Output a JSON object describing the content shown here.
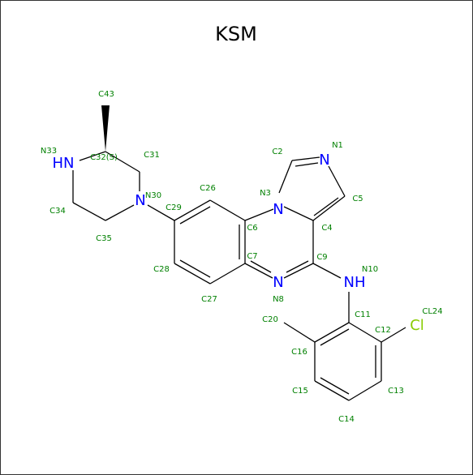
{
  "title": "KSM",
  "colors": {
    "bond": "#000000",
    "nitrogen": "#0000ff",
    "chlorine": "#88cc00",
    "annotation": "#008000",
    "title": "#000000"
  },
  "atom_labels": {
    "N1": "N",
    "N3": "N",
    "N8": "N",
    "NH_N10": "NH",
    "N30": "N",
    "HN_N33": "HN",
    "Cl": "Cl"
  },
  "annotations": {
    "C43": "C43",
    "N33": "N33",
    "C32": "C32(S)",
    "C31": "C31",
    "C2": "C2",
    "N1": "N1",
    "N30": "N30",
    "C26": "C26",
    "N3": "N3",
    "C5": "C5",
    "C29": "C29",
    "C34": "C34",
    "C6": "C6",
    "C4": "C4",
    "C35": "C35",
    "C7": "C7",
    "C9": "C9",
    "N10": "N10",
    "C28": "C28",
    "N8": "N8",
    "C27": "C27",
    "C11": "C11",
    "CL24": "CL24",
    "C20": "C20",
    "C12": "C12",
    "C16": "C16",
    "C15": "C15",
    "C13": "C13",
    "C14": "C14"
  }
}
